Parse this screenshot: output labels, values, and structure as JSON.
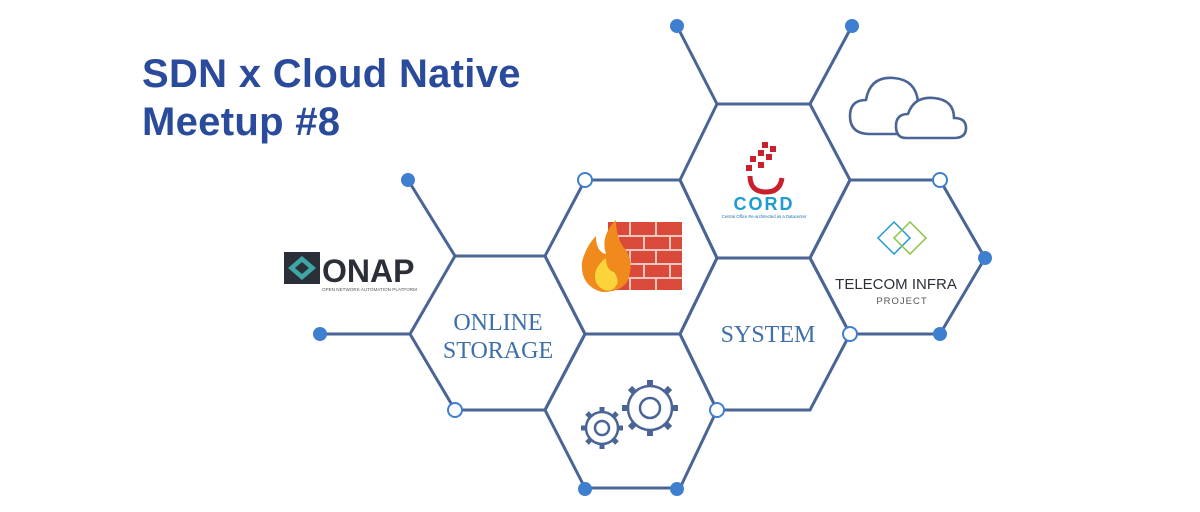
{
  "title": {
    "line1": "SDN x Cloud Native",
    "line2": "Meetup #8"
  },
  "colors": {
    "title": "#2a4b9b",
    "hex_line": "#4a6496",
    "dot": "#3f7fd0",
    "label": "#3e6fa8",
    "cord_red": "#c8202c",
    "cord_blue": "#1e9ad6",
    "onap_dark": "#2b3038",
    "onap_teal": "#3fa6a6"
  },
  "onap": {
    "name": "ONAP",
    "tagline": "OPEN NETWORK AUTOMATION PLATFORM"
  },
  "cord": {
    "name": "CORD",
    "tagline": "Central Office Re-architected as a Datacenter"
  },
  "tip": {
    "name": "TELECOM INFRA",
    "sub": "PROJECT"
  },
  "labels": {
    "online": "ONLINE",
    "storage": "STORAGE",
    "system": "SYSTEM"
  },
  "icons": [
    "cloud-icon",
    "firewall-icon",
    "gears-icon"
  ]
}
